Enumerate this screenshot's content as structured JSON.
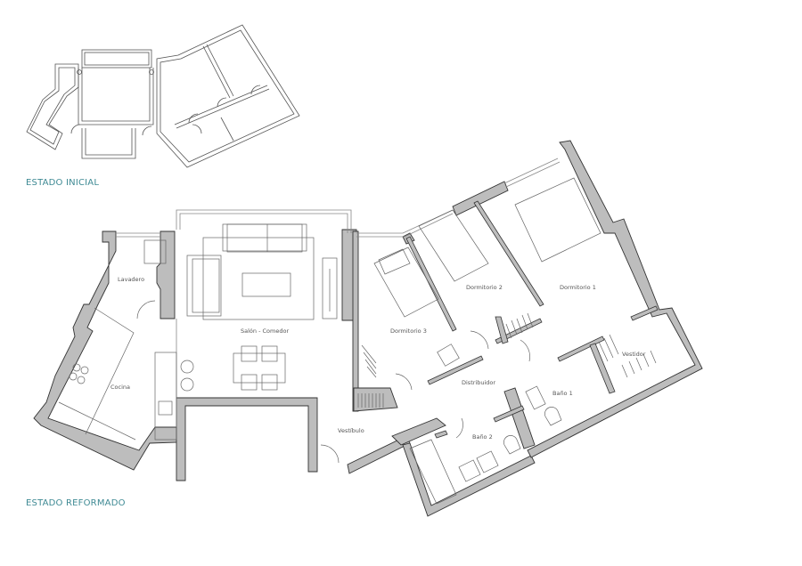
{
  "colors": {
    "caption": "#3f8a94",
    "wall_fill": "#bdbdbd",
    "wall_stroke": "#333333",
    "line": "#666666",
    "light_line": "#999999",
    "background": "#ffffff"
  },
  "captions": {
    "initial": "ESTADO INICIAL",
    "reformed": "ESTADO REFORMADO"
  },
  "rooms": {
    "lavadero": "Lavadero",
    "cocina": "Cocina",
    "salon": "Salón - Comedor",
    "vestibulo": "Vestíbulo",
    "dormitorio3": "Dormitorio 3",
    "dormitorio2": "Dormitorio 2",
    "dormitorio1": "Dormitorio 1",
    "distribuidor": "Distribuidor",
    "bano1": "Baño 1",
    "bano2": "Baño 2",
    "vestidor": "Vestidor"
  }
}
